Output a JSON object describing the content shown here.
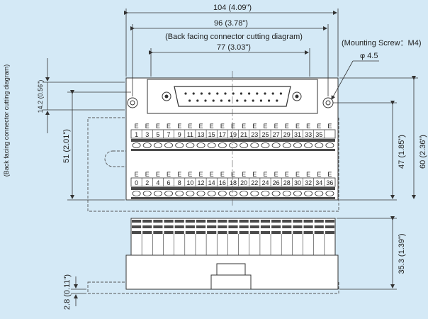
{
  "dimensions": {
    "overall_width": "104 (4.09\")",
    "pitch_width": "96 (3.78\")",
    "cutout_note": "(Back facing connector cutting diagram)",
    "cutout_width": "77 (3.03\")",
    "mounting_screw": "(Mounting Screw：M4)",
    "hole_dia": "φ 4.5",
    "cutout_note_vertical": "(Back facing connector cutting diagram)",
    "cutout_height": "14.2 (0.56\")",
    "left_height": "51 (2.01\")",
    "right_height": "47 (1.85\")",
    "overall_height": "60 (2.36\")",
    "side_height": "35.3 (1.39\")",
    "base_height": "2.8 (0.11\")"
  },
  "terminals_top": [
    "1",
    "3",
    "5",
    "7",
    "9",
    "11",
    "13",
    "15",
    "17",
    "19",
    "21",
    "23",
    "25",
    "27",
    "29",
    "31",
    "33",
    "35"
  ],
  "terminals_bottom": [
    "0",
    "2",
    "4",
    "6",
    "8",
    "10",
    "12",
    "14",
    "16",
    "18",
    "20",
    "22",
    "24",
    "26",
    "28",
    "30",
    "32",
    "34",
    "36"
  ]
}
